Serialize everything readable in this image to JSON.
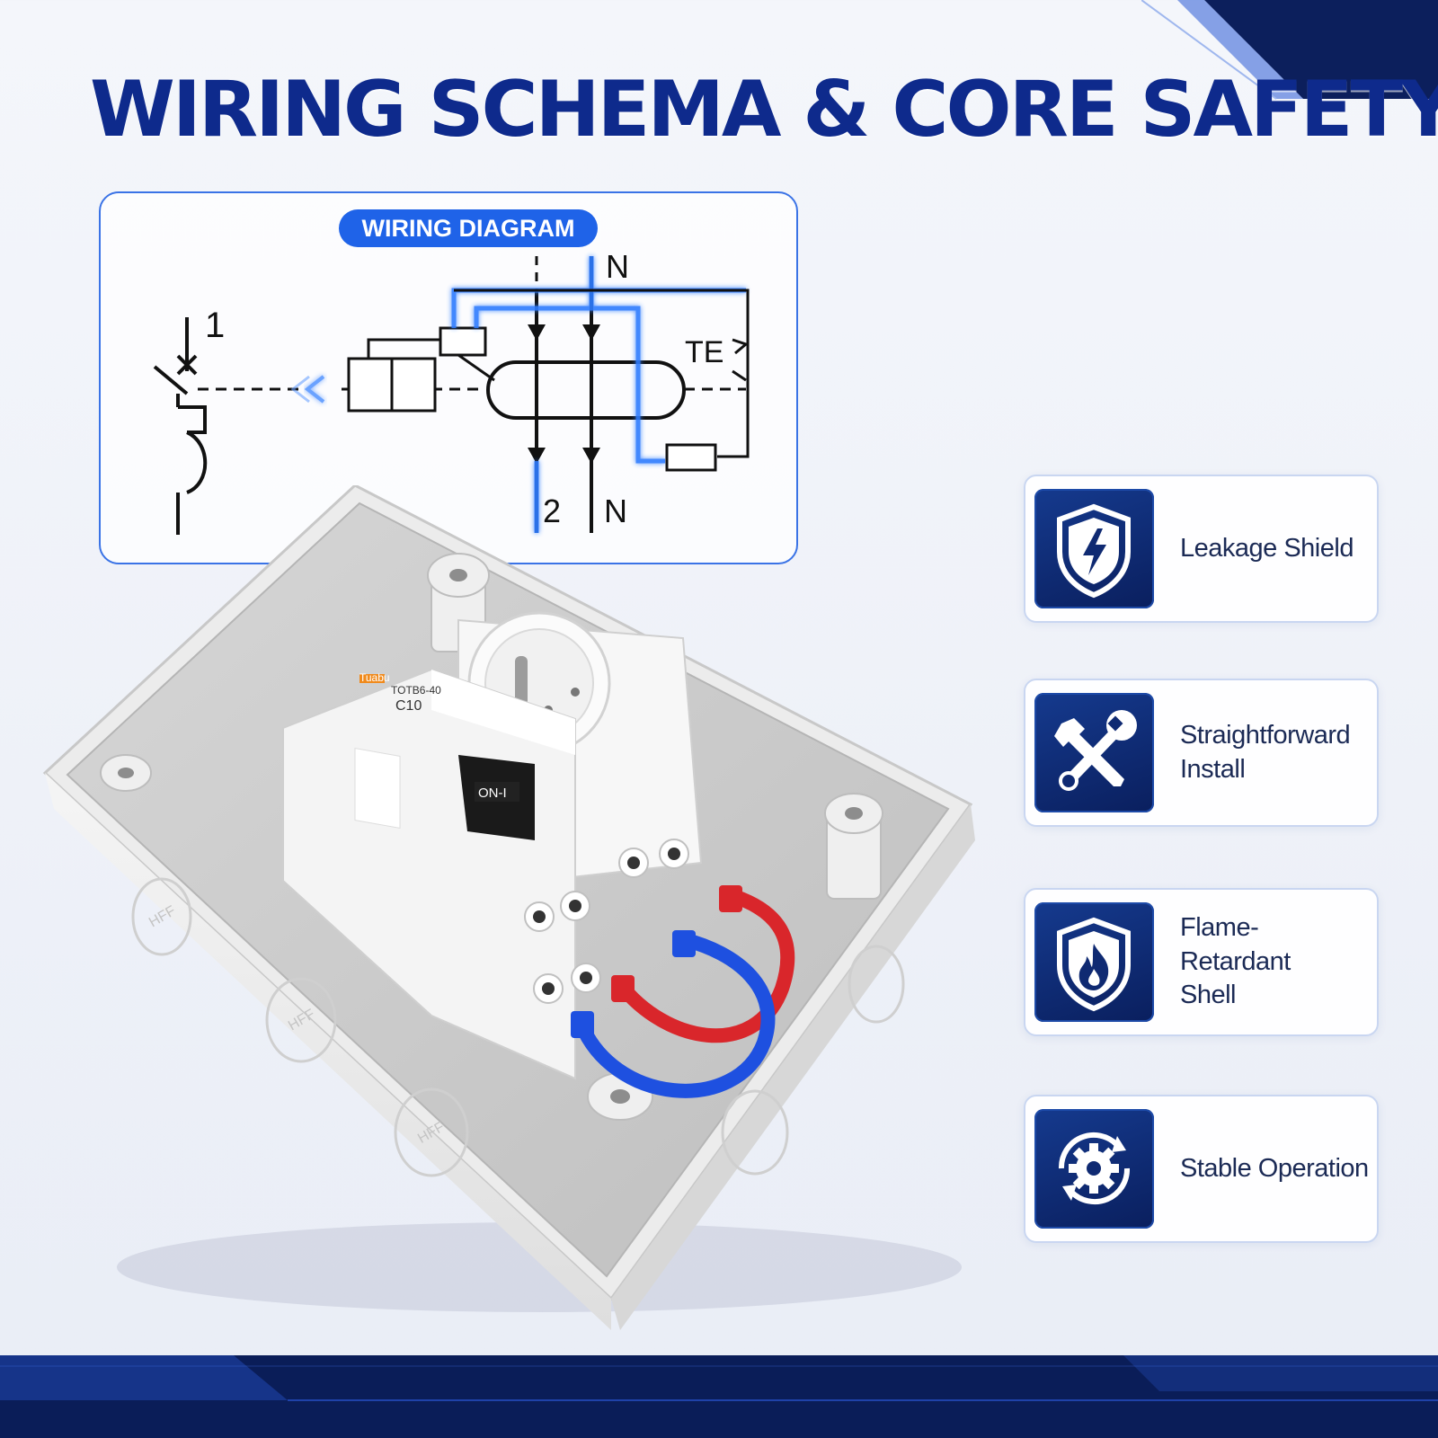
{
  "headline": "WIRING SCHEMA & CORE SAFETY",
  "diagram": {
    "badge": "WIRING DIAGRAM",
    "labels": {
      "terminal_1": "1",
      "terminal_2": "2",
      "neutral_top": "N",
      "neutral_bottom": "N",
      "test": "TE"
    }
  },
  "features": [
    {
      "label": "Leakage Shield",
      "icon": "shield-lightning-icon"
    },
    {
      "label": "Straightforward\nInstall",
      "icon": "wrench-screwdriver-icon"
    },
    {
      "label": "Flame-Retardant\nShell",
      "icon": "shield-flame-icon"
    },
    {
      "label": "Stable Operation",
      "icon": "gear-cycle-icon"
    }
  ],
  "product": {
    "breaker_brand": "Tuabu",
    "breaker_model": "TOTB6-40",
    "breaker_rating": "C10",
    "handle_text": "ON-I",
    "enclosure_mark": "HFF"
  },
  "colors": {
    "headline": "#0e2a8c",
    "accent_blue": "#1f63e8",
    "navy": "#0a1f5e",
    "wire_red": "#d9262b",
    "wire_blue": "#1e50e0"
  }
}
